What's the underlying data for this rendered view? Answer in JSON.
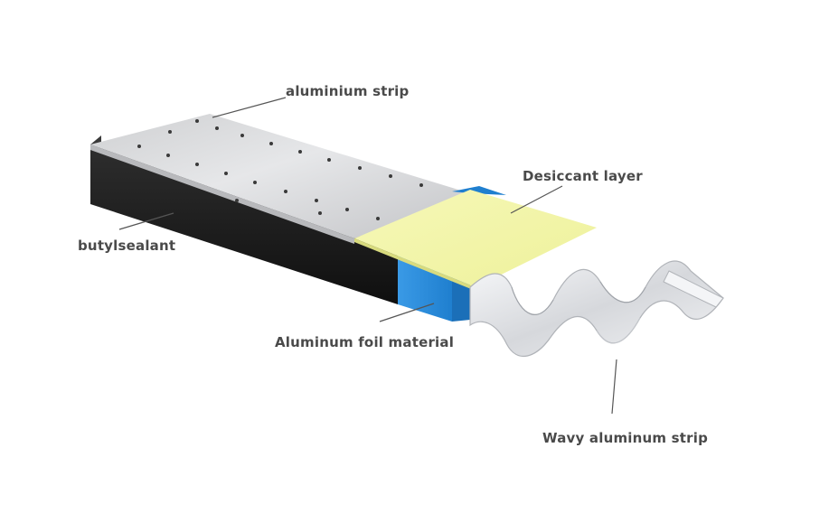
{
  "labels": {
    "aluminium_strip": "aluminium strip",
    "desiccant_layer": "Desiccant layer",
    "butyl_sealant": "butylsealant",
    "aluminum_foil": "Aluminum foil material",
    "wavy_strip": "Wavy aluminum strip"
  },
  "colors": {
    "label_text": "#4a4a4a",
    "leader_line": "#555555",
    "aluminium_top": "#d9dadc",
    "butyl_sealant": "#1c1c1c",
    "desiccant": "#f4f6a6",
    "foil": "#2a8fdc",
    "wavy_strip": "#e8eaed"
  }
}
